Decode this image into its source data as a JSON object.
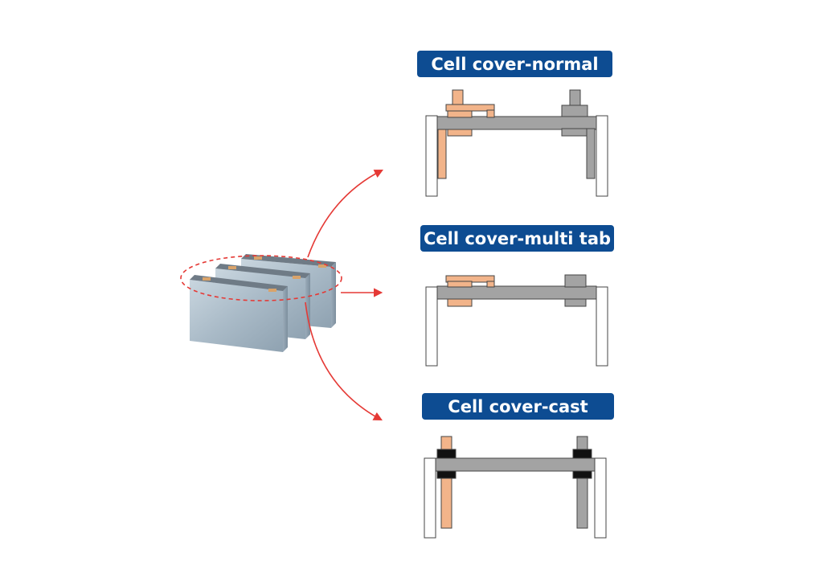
{
  "variants": [
    {
      "label": "Cell cover-normal"
    },
    {
      "label": "Cell cover-multi tab"
    },
    {
      "label": "Cell cover-cast"
    }
  ],
  "colors": {
    "label_bg": "#0d4c92",
    "label_text": "#ffffff",
    "copper": "#f2b48a",
    "aluminum": "#a3a3a3",
    "seal": "#111111",
    "arrow": "#e53935",
    "cell_body": "#b7c7d3"
  }
}
